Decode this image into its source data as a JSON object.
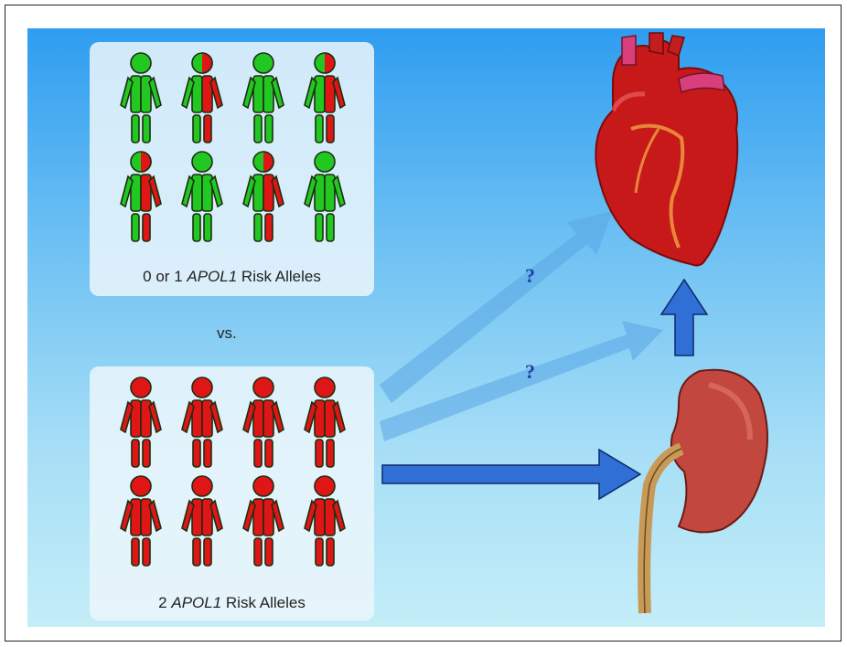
{
  "group_top": {
    "label_prefix": "0 or 1 ",
    "label_gene": "APOL1",
    "label_suffix": " Risk Alleles",
    "figures": [
      "green",
      "half",
      "green",
      "half",
      "half",
      "green",
      "half",
      "green"
    ]
  },
  "vs_label": "vs.",
  "group_bottom": {
    "label_prefix": "2 ",
    "label_gene": "APOL1",
    "label_suffix": " Risk Alleles",
    "figures": [
      "red",
      "red",
      "red",
      "red",
      "red",
      "red",
      "red",
      "red"
    ]
  },
  "question_marks": [
    "?",
    "?"
  ],
  "colors": {
    "green": "#22c722",
    "red": "#e01616",
    "arrow": "#2f6fd6"
  }
}
